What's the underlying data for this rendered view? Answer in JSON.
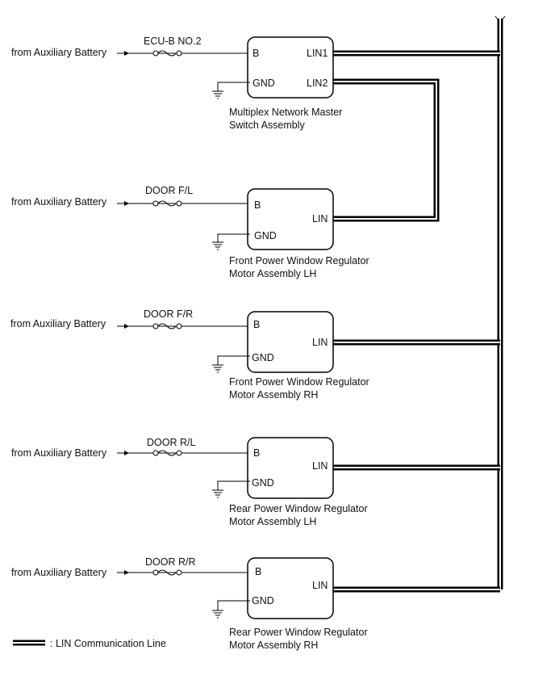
{
  "modules": [
    {
      "id": "master",
      "source": "from Auxiliary Battery",
      "fuse": "ECU-B NO.2",
      "pins": {
        "b": "B",
        "gnd": "GND",
        "lin1": "LIN1",
        "lin2": "LIN2"
      },
      "name_lines": [
        "Multiplex Network Master",
        "Switch Assembly"
      ]
    },
    {
      "id": "front-lh",
      "source": "from Auxiliary Battery",
      "fuse": "DOOR F/L",
      "pins": {
        "b": "B",
        "gnd": "GND",
        "lin": "LIN"
      },
      "name_lines": [
        "Front Power Window Regulator",
        "Motor Assembly LH"
      ]
    },
    {
      "id": "front-rh",
      "source": "from Auxiliary Battery",
      "fuse": "DOOR F/R",
      "pins": {
        "b": "B",
        "gnd": "GND",
        "lin": "LIN"
      },
      "name_lines": [
        "Front Power Window Regulator",
        "Motor Assembly RH"
      ]
    },
    {
      "id": "rear-lh",
      "source": "from Auxiliary Battery",
      "fuse": "DOOR R/L",
      "pins": {
        "b": "B",
        "gnd": "GND",
        "lin": "LIN"
      },
      "name_lines": [
        "Rear Power Window Regulator",
        "Motor Assembly LH"
      ]
    },
    {
      "id": "rear-rh",
      "source": "from Auxiliary Battery",
      "fuse": "DOOR R/R",
      "pins": {
        "b": "B",
        "gnd": "GND",
        "lin": "LIN"
      },
      "name_lines": [
        "Rear Power Window Regulator",
        "Motor Assembly RH"
      ]
    }
  ],
  "legend": {
    "label": ": LIN Communication Line"
  }
}
